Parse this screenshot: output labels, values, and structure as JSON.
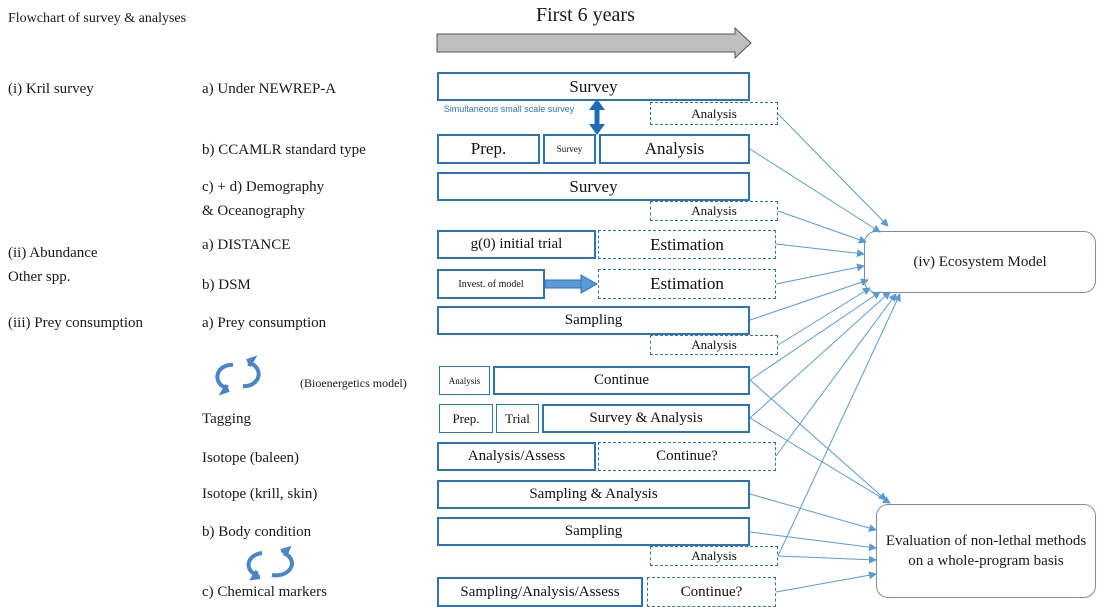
{
  "header": {
    "subtitle": "Flowchart of survey & analyses",
    "timeline": "First 6 years"
  },
  "sections": {
    "krill": "(i) Kril survey",
    "abundance_1": "(ii) Abundance",
    "abundance_2": "Other spp.",
    "prey": "(iii) Prey consumption"
  },
  "rows": {
    "newrep": "a) Under NEWREP-A",
    "ccamlr": "b) CCAMLR standard type",
    "demo_1": "c) + d) Demography",
    "demo_2": "& Oceanography",
    "distance": "a) DISTANCE",
    "dsm": "b) DSM",
    "prey_consumption": "a) Prey consumption",
    "bioenergetics": "(Bioenergetics model)",
    "tagging": "Tagging",
    "isotope_baleen": "Isotope (baleen)",
    "isotope_krill": "Isotope (krill, skin)",
    "body_condition": "b) Body condition",
    "chemical_markers": "c) Chemical markers"
  },
  "boxes": {
    "survey": "Survey",
    "analysis": "Analysis",
    "simultaneous_note": "Simultaneous small scale survey",
    "prep": "Prep.",
    "trial": "Trial",
    "g0_trial": "g(0) initial trial",
    "estimation": "Estimation",
    "invest_model": "Invest. of model",
    "sampling": "Sampling",
    "continue": "Continue",
    "survey_analysis": "Survey & Analysis",
    "analysis_assess": "Analysis/Assess",
    "continue_q": "Continue?",
    "sampling_analysis": "Sampling & Analysis",
    "sampling_analysis_assess": "Sampling/Analysis/Assess"
  },
  "outputs": {
    "ecosystem_model": "(iv) Ecosystem Model",
    "evaluation": "Evaluation of non-lethal methods on a whole-program basis"
  },
  "colors": {
    "border": "#2e74b5",
    "arrow": "#5b9bd5",
    "timeline_fill": "#bfbfbf",
    "cycle": "#4a86c5"
  },
  "icons": [
    "cycle-arrows-icon",
    "double-arrow-icon",
    "right-arrow-icon"
  ]
}
